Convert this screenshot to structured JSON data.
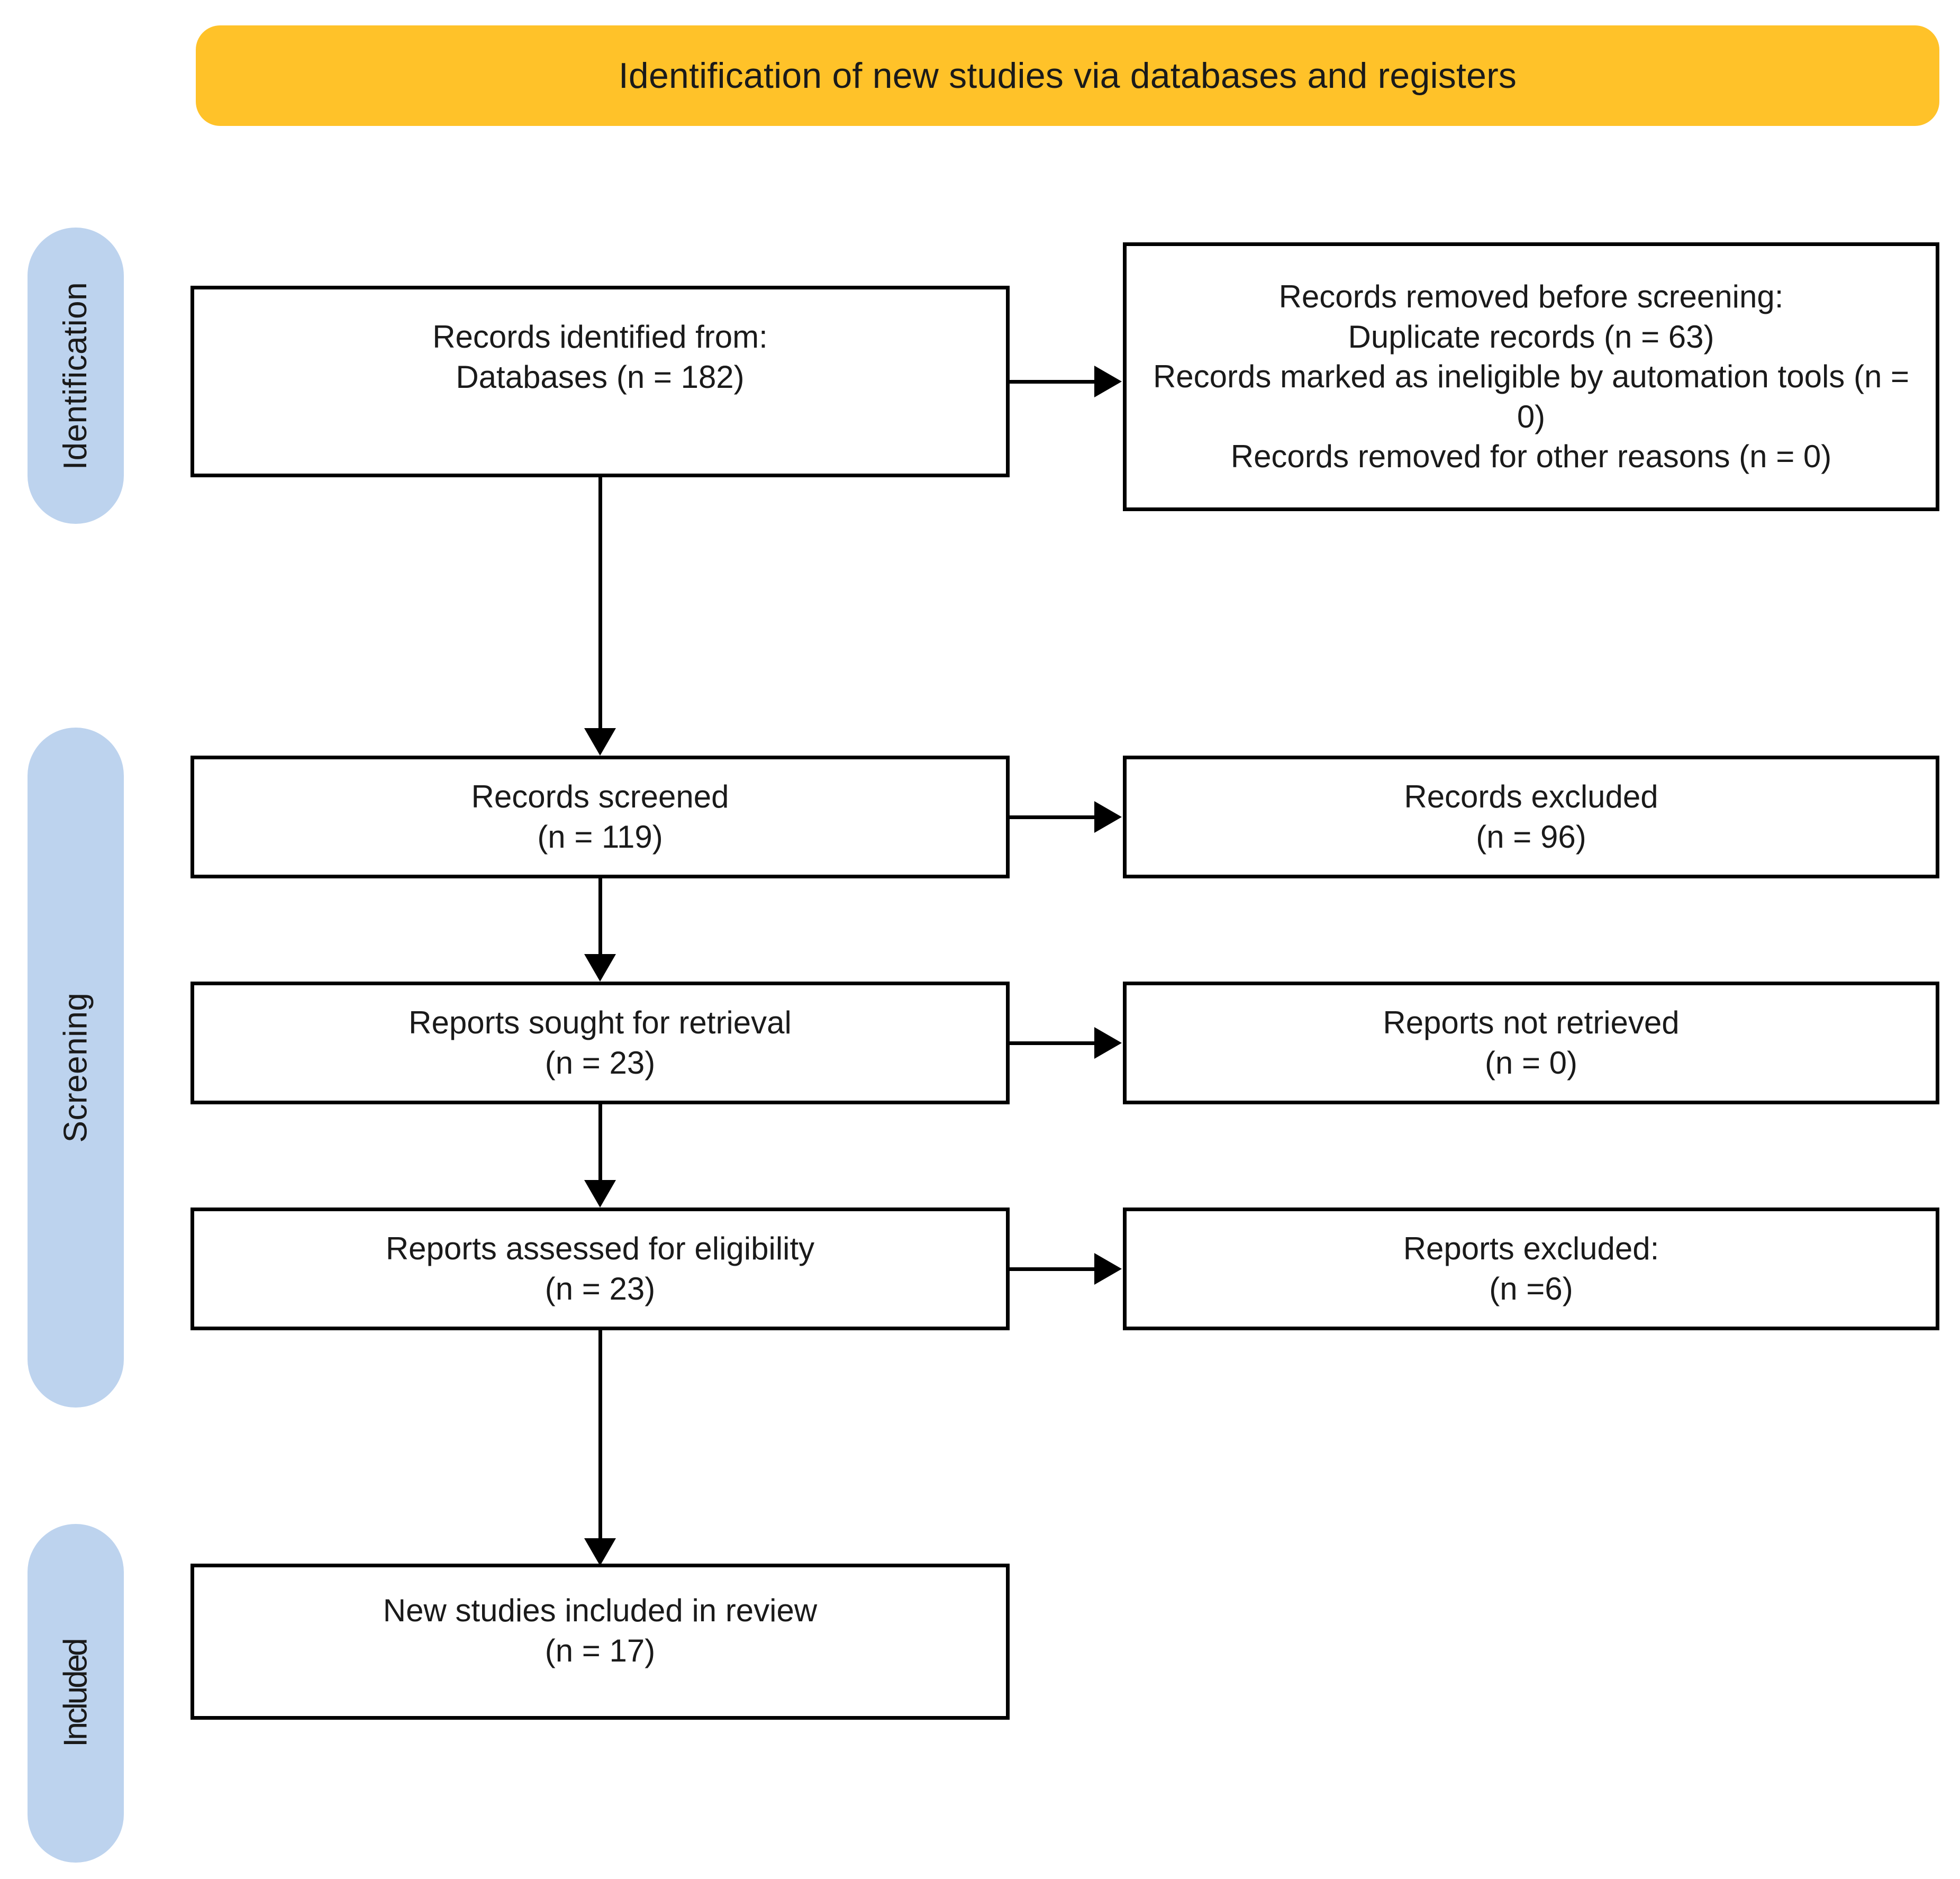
{
  "diagram": {
    "title": "Identification of new studies via databases and registers",
    "colors": {
      "banner": "#FFC229",
      "stage_pill": "#BDD3EE",
      "box_border": "#000000",
      "text": "#1a1a1a"
    }
  },
  "stages": [
    {
      "id": "identification",
      "label": "Identification"
    },
    {
      "id": "screening",
      "label": "Screening"
    },
    {
      "id": "included",
      "label": "Included"
    }
  ],
  "boxes": {
    "identified": {
      "line1": "Records identified from:",
      "line2": "Databases (n = 182)"
    },
    "removed": {
      "line1": "Records removed before screening:",
      "line2": "Duplicate records (n = 63)",
      "line3": "Records marked as ineligible by automation tools (n = 0)",
      "line4": "Records removed for other reasons (n = 0)"
    },
    "screened": {
      "line1": "Records screened",
      "line2": "(n = 119)"
    },
    "records_excluded": {
      "line1": "Records excluded",
      "line2": "(n = 96)"
    },
    "sought": {
      "line1": "Reports sought for retrieval",
      "line2": "(n = 23)"
    },
    "not_retrieved": {
      "line1": "Reports not retrieved",
      "line2": "(n = 0)"
    },
    "assessed": {
      "line1": "Reports assessed for eligibility",
      "line2": "(n = 23)"
    },
    "reports_excluded": {
      "line1": "Reports excluded:",
      "line2": "(n =6)"
    },
    "included": {
      "line1": "New studies included in review",
      "line2": "(n = 17)"
    }
  },
  "chart_data": {
    "type": "diagram",
    "title": "Identification of new studies via databases and registers",
    "nodes": [
      {
        "id": "identified",
        "stage": "Identification",
        "label": "Records identified from: Databases",
        "n": 182
      },
      {
        "id": "removed",
        "stage": "Identification",
        "label": "Records removed before screening",
        "n": 63,
        "breakdown": [
          {
            "label": "Duplicate records",
            "n": 63
          },
          {
            "label": "Records marked as ineligible by automation tools",
            "n": 0
          },
          {
            "label": "Records removed for other reasons",
            "n": 0
          }
        ]
      },
      {
        "id": "screened",
        "stage": "Screening",
        "label": "Records screened",
        "n": 119
      },
      {
        "id": "records_excluded",
        "stage": "Screening",
        "label": "Records excluded",
        "n": 96
      },
      {
        "id": "sought",
        "stage": "Screening",
        "label": "Reports sought for retrieval",
        "n": 23
      },
      {
        "id": "not_retrieved",
        "stage": "Screening",
        "label": "Reports not retrieved",
        "n": 0
      },
      {
        "id": "assessed",
        "stage": "Screening",
        "label": "Reports assessed for eligibility",
        "n": 23
      },
      {
        "id": "reports_excluded",
        "stage": "Screening",
        "label": "Reports excluded",
        "n": 6
      },
      {
        "id": "included",
        "stage": "Included",
        "label": "New studies included in review",
        "n": 17
      }
    ],
    "edges": [
      {
        "from": "identified",
        "to": "removed",
        "direction": "right"
      },
      {
        "from": "identified",
        "to": "screened",
        "direction": "down"
      },
      {
        "from": "screened",
        "to": "records_excluded",
        "direction": "right"
      },
      {
        "from": "screened",
        "to": "sought",
        "direction": "down"
      },
      {
        "from": "sought",
        "to": "not_retrieved",
        "direction": "right"
      },
      {
        "from": "sought",
        "to": "assessed",
        "direction": "down"
      },
      {
        "from": "assessed",
        "to": "reports_excluded",
        "direction": "right"
      },
      {
        "from": "assessed",
        "to": "included",
        "direction": "down"
      }
    ]
  }
}
